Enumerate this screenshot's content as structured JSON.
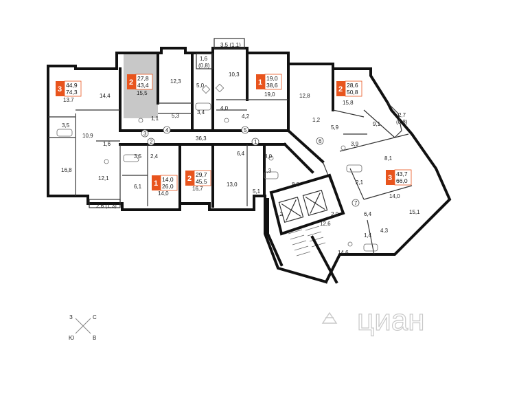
{
  "colors": {
    "badge": "#e8541d",
    "highlight": "#c8c8c8",
    "wall": "#111111"
  },
  "units": [
    {
      "rooms": "3",
      "living": "44,9",
      "total": "74,3"
    },
    {
      "rooms": "2",
      "living": "27,8",
      "total": "43,4",
      "highlighted": true
    },
    {
      "rooms": "1",
      "living": "19,0",
      "total": "38,6"
    },
    {
      "rooms": "2",
      "living": "28,6",
      "total": "50,8"
    },
    {
      "rooms": "1",
      "living": "14,0",
      "total": "26,0"
    },
    {
      "rooms": "2",
      "living": "29,7",
      "total": "45,5"
    },
    {
      "rooms": "3",
      "living": "43,7",
      "total": "66,0"
    }
  ],
  "room_areas": [
    "13.7",
    "14,4",
    "15,5",
    "12,3",
    "5,0",
    "1,6",
    "(0,8)",
    "10,3",
    "3,5 (1,1)",
    "19,0",
    "12,8",
    "15,8",
    "3,5",
    "10,9",
    "1,1",
    "5,3",
    "3,4",
    "4,0",
    "4,2",
    "1,2",
    "5,9",
    "9,1",
    "2,7",
    "(0,8)",
    "36,3",
    "1,6",
    "3,5",
    "2,4",
    "6,4",
    "3,0",
    "1,3",
    "3,9",
    "8,1",
    "16,8",
    "12,1",
    "6,1",
    "14,0",
    "16,7",
    "13,0",
    "5,1",
    "8,8",
    "2,1",
    "14,0",
    "2,6 (1,3)",
    "1,2",
    "2,0",
    "12,6",
    "6,4",
    "15,1",
    "1,4",
    "4,3",
    "14,6"
  ],
  "door_marks": [
    "2",
    "3",
    "4",
    "1",
    "5",
    "6",
    "7"
  ],
  "compass": {
    "north": "С",
    "south": "Ю",
    "west": "З",
    "east": "В"
  },
  "watermark": "циан"
}
